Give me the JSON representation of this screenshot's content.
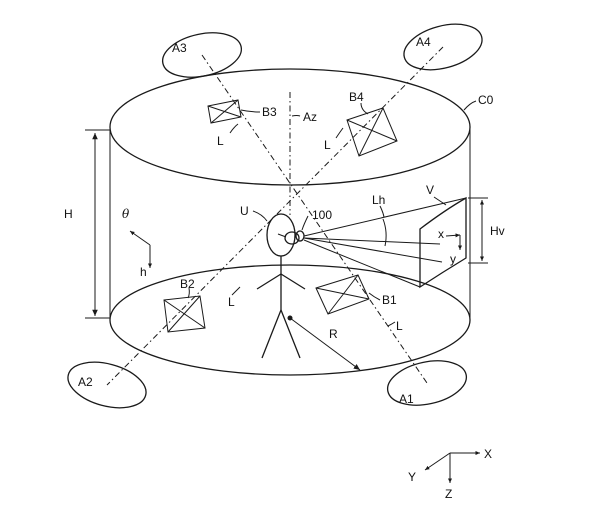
{
  "labels": {
    "a1": "A1",
    "a2": "A2",
    "a3": "A3",
    "a4": "A4",
    "b1": "B1",
    "b2": "B2",
    "b3": "B3",
    "b4": "B4",
    "c0": "C0",
    "az": "Az",
    "l_b3": "L",
    "l_b4": "L",
    "l_b2": "L",
    "l_b1": "L",
    "u": "U",
    "device": "100",
    "h_big": "H",
    "theta": "θ",
    "h_small": "h",
    "lh": "Lh",
    "v": "V",
    "hv": "Hv",
    "x": "x",
    "y": "y",
    "r": "R",
    "axis_x": "X",
    "axis_y": "Y",
    "axis_z": "Z"
  }
}
